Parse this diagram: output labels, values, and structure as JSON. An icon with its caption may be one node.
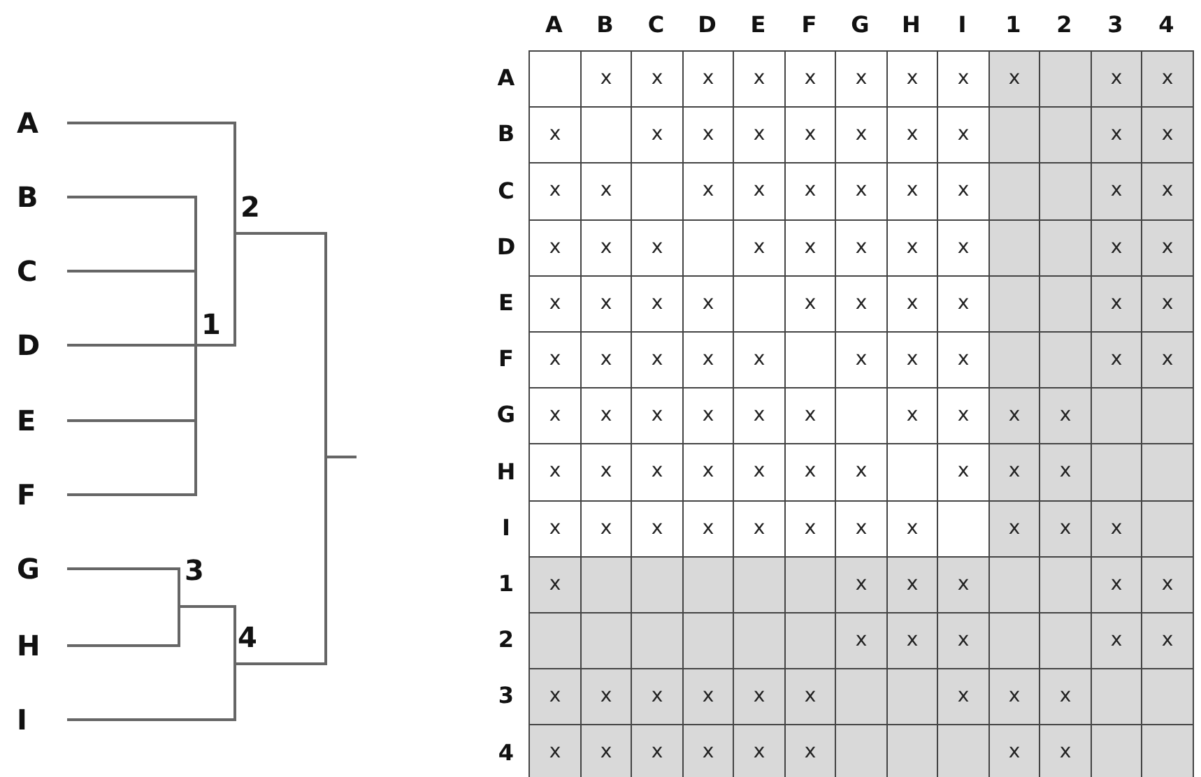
{
  "diagram": {
    "nodes": [
      {
        "text": [
          "A"
        ]
      },
      {
        "text": [
          "B"
        ]
      },
      {
        "text": [
          "C"
        ]
      },
      {
        "text": [
          "D"
        ]
      },
      {
        "text": [
          "E"
        ]
      },
      {
        "text": [
          "F"
        ]
      },
      {
        "text": [
          "G"
        ]
      },
      {
        "text": [
          "H"
        ]
      },
      {
        "text": [
          "I"
        ]
      },
      {
        "text": [
          "1"
        ]
      },
      {
        "text": [
          "2"
        ]
      },
      {
        "text": [
          "3"
        ]
      },
      {
        "text": [
          "4"
        ]
      }
    ],
    "edges": [
      {
        "from": 0,
        "to": 10,
        "arrow": "none"
      },
      {
        "from": 1,
        "to": 9,
        "arrow": "none"
      },
      {
        "from": 2,
        "to": 9,
        "arrow": "none"
      },
      {
        "from": 3,
        "to": 9,
        "arrow": "none"
      },
      {
        "from": 4,
        "to": 9,
        "arrow": "none"
      },
      {
        "from": 5,
        "to": 9,
        "arrow": "none"
      },
      {
        "from": 9,
        "to": 10,
        "arrow": "none"
      },
      {
        "from": 6,
        "to": 11,
        "arrow": "none"
      },
      {
        "from": 7,
        "to": 11,
        "arrow": "none"
      },
      {
        "from": 11,
        "to": 12,
        "arrow": "none"
      },
      {
        "from": 8,
        "to": 12,
        "arrow": "none"
      },
      {
        "from": 10,
        "to": 12,
        "arrow": "none"
      }
    ],
    "labels": [
      "A",
      "B",
      "C",
      "D",
      "E",
      "F",
      "G",
      "H",
      "I",
      "1",
      "2",
      "3",
      "4",
      "A",
      "x",
      "x",
      "x",
      "x",
      "x",
      "x",
      "x",
      "x",
      "x",
      "x",
      "x",
      "B",
      "x",
      "x",
      "x",
      "x",
      "x",
      "x",
      "x",
      "x",
      "x",
      "x",
      "C",
      "x",
      "x",
      "x",
      "x",
      "x",
      "x",
      "x",
      "x",
      "x",
      "x",
      "D",
      "x",
      "x",
      "x",
      "x",
      "x",
      "x",
      "x",
      "x",
      "x",
      "x",
      "E",
      "x",
      "x",
      "x",
      "x",
      "x",
      "x",
      "x",
      "x",
      "x",
      "x",
      "F",
      "x",
      "x",
      "x",
      "x",
      "x",
      "x",
      "x",
      "x",
      "x",
      "x",
      "G",
      "x",
      "x",
      "x",
      "x",
      "x",
      "x",
      "x",
      "x",
      "x",
      "x",
      "H",
      "x",
      "x",
      "x",
      "x",
      "x",
      "x",
      "x",
      "x",
      "x",
      "x",
      "I",
      "x",
      "x",
      "x",
      "x",
      "x",
      "x",
      "x",
      "x",
      "x",
      "x",
      "x",
      "1",
      "x",
      "x",
      "x",
      "x",
      "x",
      "x",
      "2",
      "x",
      "x",
      "x",
      "x",
      "x",
      "3",
      "x",
      "x",
      "x",
      "x",
      "x",
      "x",
      "x",
      "x",
      "x",
      "4",
      "x",
      "x",
      "x",
      "x",
      "x",
      "x",
      "x",
      "x"
    ]
  }
}
